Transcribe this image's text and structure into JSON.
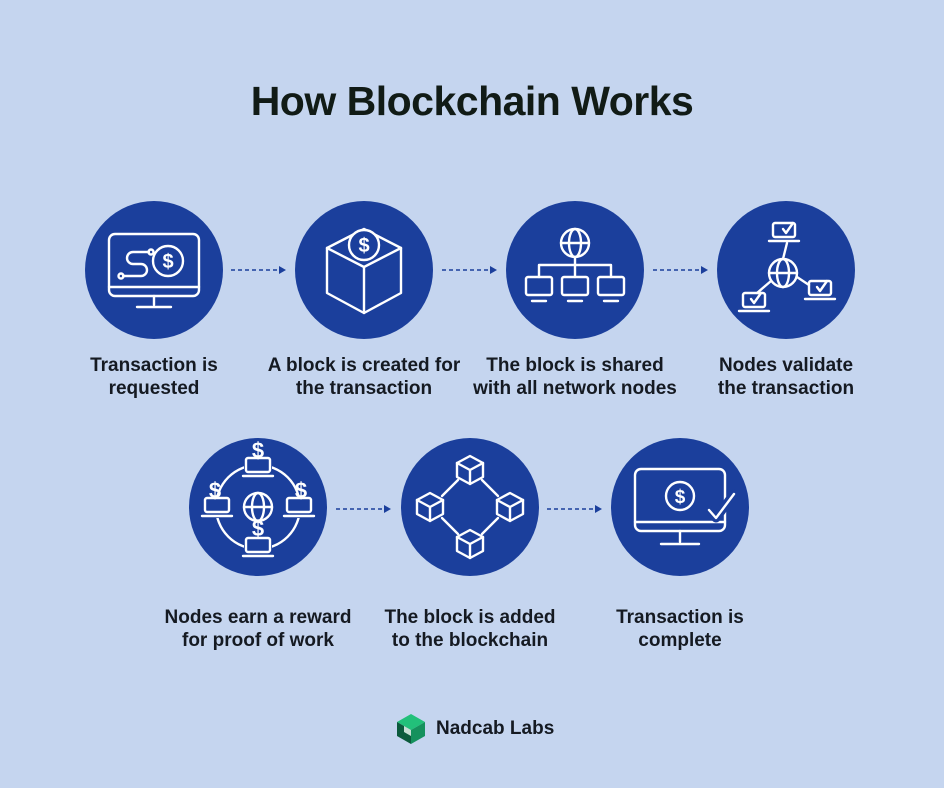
{
  "title": "How Blockchain Works",
  "steps": [
    {
      "line1": "Transaction is",
      "line2": "requested",
      "icon": "monitor-dollar-icon"
    },
    {
      "line1": "A block is created for",
      "line2": "the transaction",
      "icon": "block-dollar-icon"
    },
    {
      "line1": "The block is shared",
      "line2": "with all network nodes",
      "icon": "network-nodes-icon"
    },
    {
      "line1": "Nodes validate",
      "line2": "the transaction",
      "icon": "nodes-validate-icon"
    },
    {
      "line1": "Nodes earn a reward",
      "line2": "for proof of work",
      "icon": "nodes-reward-icon"
    },
    {
      "line1": "The block is added",
      "line2": "to the blockchain",
      "icon": "blockchain-cubes-icon"
    },
    {
      "line1": "Transaction is",
      "line2": "complete",
      "icon": "monitor-complete-icon"
    }
  ],
  "currency_symbol": "$",
  "brand": {
    "name": "Nadcab Labs",
    "icon": "nadcab-logo-icon"
  },
  "colors": {
    "background": "#c5d5ef",
    "circle": "#1b3f9c",
    "arrow": "#1b3f9c",
    "text": "#151a22"
  }
}
